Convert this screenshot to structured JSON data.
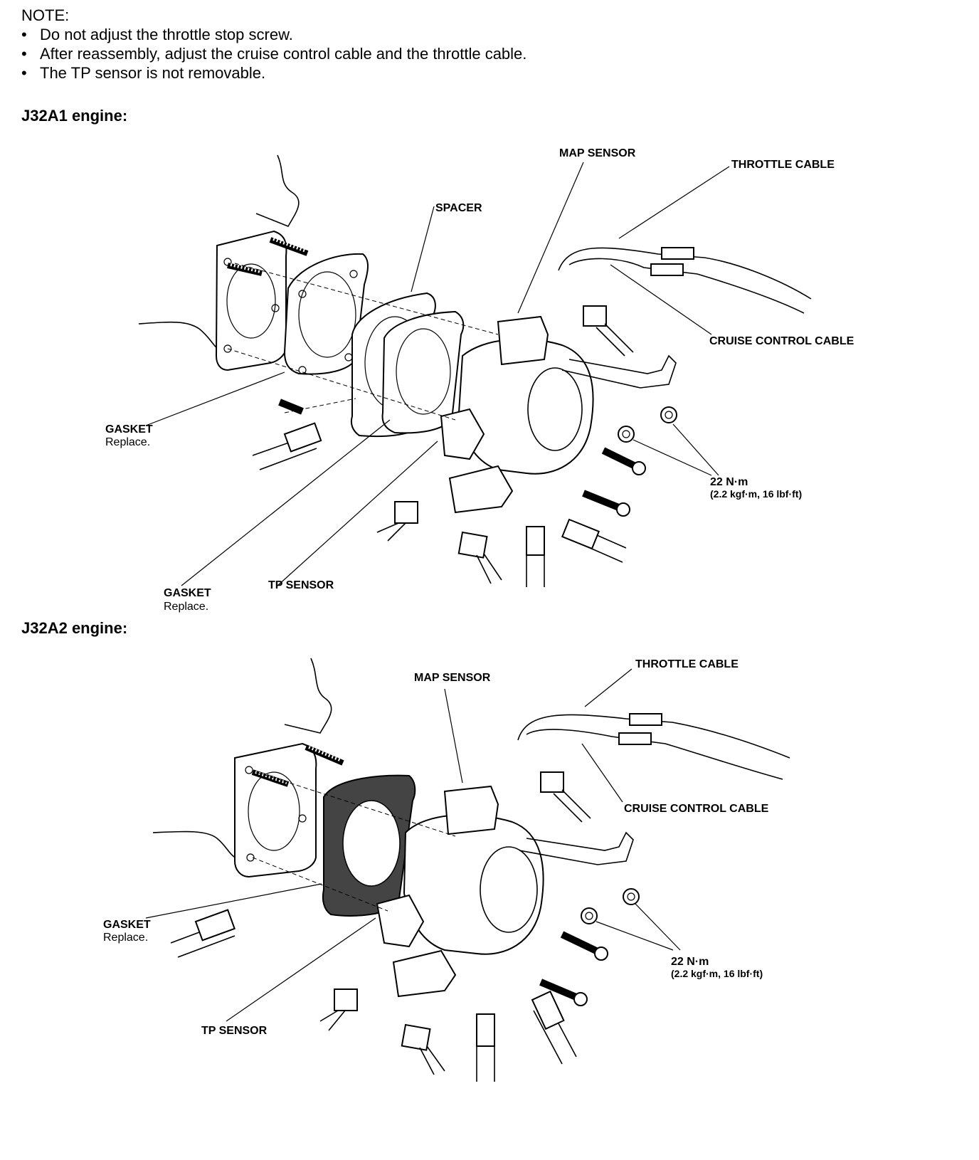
{
  "note": {
    "heading": "NOTE:",
    "items": [
      "Do not adjust the throttle stop screw.",
      "After reassembly, adjust the cruise control cable and the throttle cable.",
      "The TP sensor is not removable."
    ]
  },
  "sections": [
    {
      "heading": "J32A1 engine:",
      "labels": {
        "map_sensor": "MAP SENSOR",
        "throttle_cable": "THROTTLE CABLE",
        "spacer": "SPACER",
        "cruise_control_cable": "CRUISE CONTROL CABLE",
        "gasket_left": "GASKET",
        "gasket_left_note": "Replace.",
        "gasket_bottom": "GASKET",
        "gasket_bottom_note": "Replace.",
        "tp_sensor": "TP SENSOR",
        "torque": "22 N·m",
        "torque_detail": "(2.2 kgf·m, 16 lbf·ft)"
      }
    },
    {
      "heading": "J32A2 engine:",
      "labels": {
        "map_sensor": "MAP SENSOR",
        "throttle_cable": "THROTTLE CABLE",
        "cruise_control_cable": "CRUISE CONTROL CABLE",
        "gasket_left": "GASKET",
        "gasket_left_note": "Replace.",
        "tp_sensor": "TP SENSOR",
        "torque": "22 N·m",
        "torque_detail": "(2.2 kgf·m, 16 lbf·ft)"
      }
    }
  ]
}
